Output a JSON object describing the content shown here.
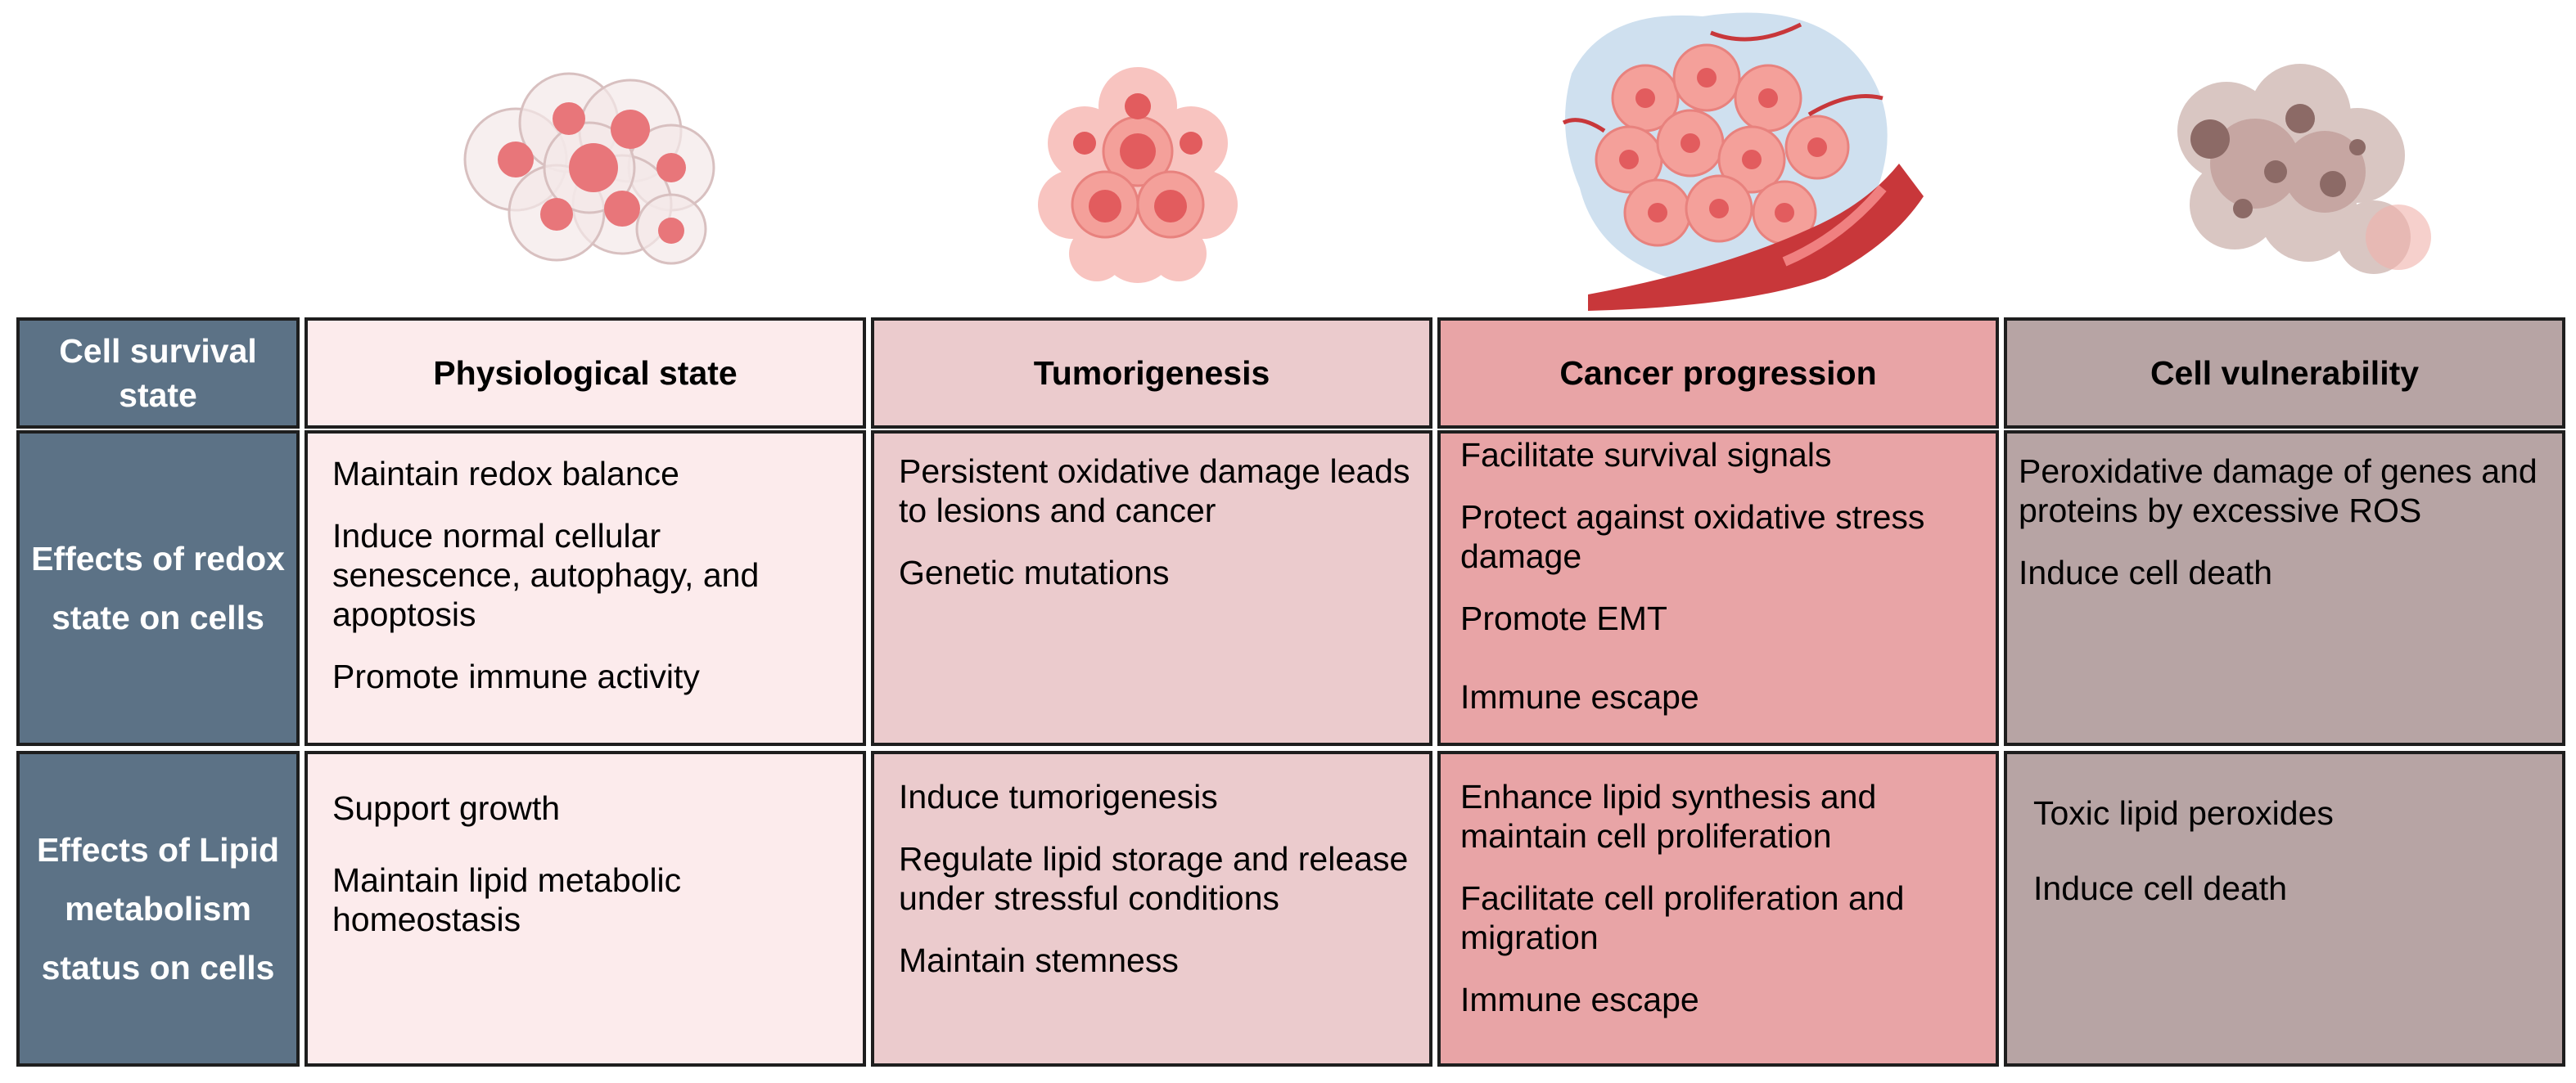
{
  "header": {
    "row_label": "Cell survival state",
    "columns": [
      {
        "title": "Physiological state",
        "color": "#fcebec",
        "illustration": "healthy-cell-cluster"
      },
      {
        "title": "Tumorigenesis",
        "color": "#ebcbcd",
        "illustration": "tumor-cell-cluster"
      },
      {
        "title": "Cancer progression",
        "color": "#e8a4a6",
        "illustration": "tumor-mass-with-vessels"
      },
      {
        "title": "Cell vulnerability",
        "color": "#b7a4a4",
        "illustration": "dying-cell-cluster"
      }
    ]
  },
  "rows": [
    {
      "label": "Effects of redox state on cells",
      "cells": [
        [
          "Maintain redox balance",
          "Induce normal cellular senescence, autophagy, and apoptosis",
          "Promote immune activity"
        ],
        [
          "Persistent oxidative damage leads to lesions and cancer",
          "Genetic mutations"
        ],
        [
          "Facilitate survival signals",
          "Protect against oxidative stress damage",
          "Promote EMT",
          "Immune escape"
        ],
        [
          "Peroxidative damage of genes and proteins by excessive ROS",
          "Induce cell death"
        ]
      ]
    },
    {
      "label": "Effects of Lipid metabolism status on cells",
      "cells": [
        [
          "Support growth",
          "Maintain lipid metabolic homeostasis"
        ],
        [
          "Induce tumorigenesis",
          "Regulate lipid storage and release under stressful conditions",
          "Maintain stemness"
        ],
        [
          "Enhance lipid synthesis and maintain cell proliferation",
          "Facilitate cell proliferation and migration",
          "Immune escape"
        ],
        [
          "Toxic lipid peroxides",
          "Induce cell death"
        ]
      ]
    }
  ],
  "colors": {
    "row_header_bg": "#5c7286",
    "row_header_text": "#ffffff",
    "border": "#1e1e1e"
  }
}
